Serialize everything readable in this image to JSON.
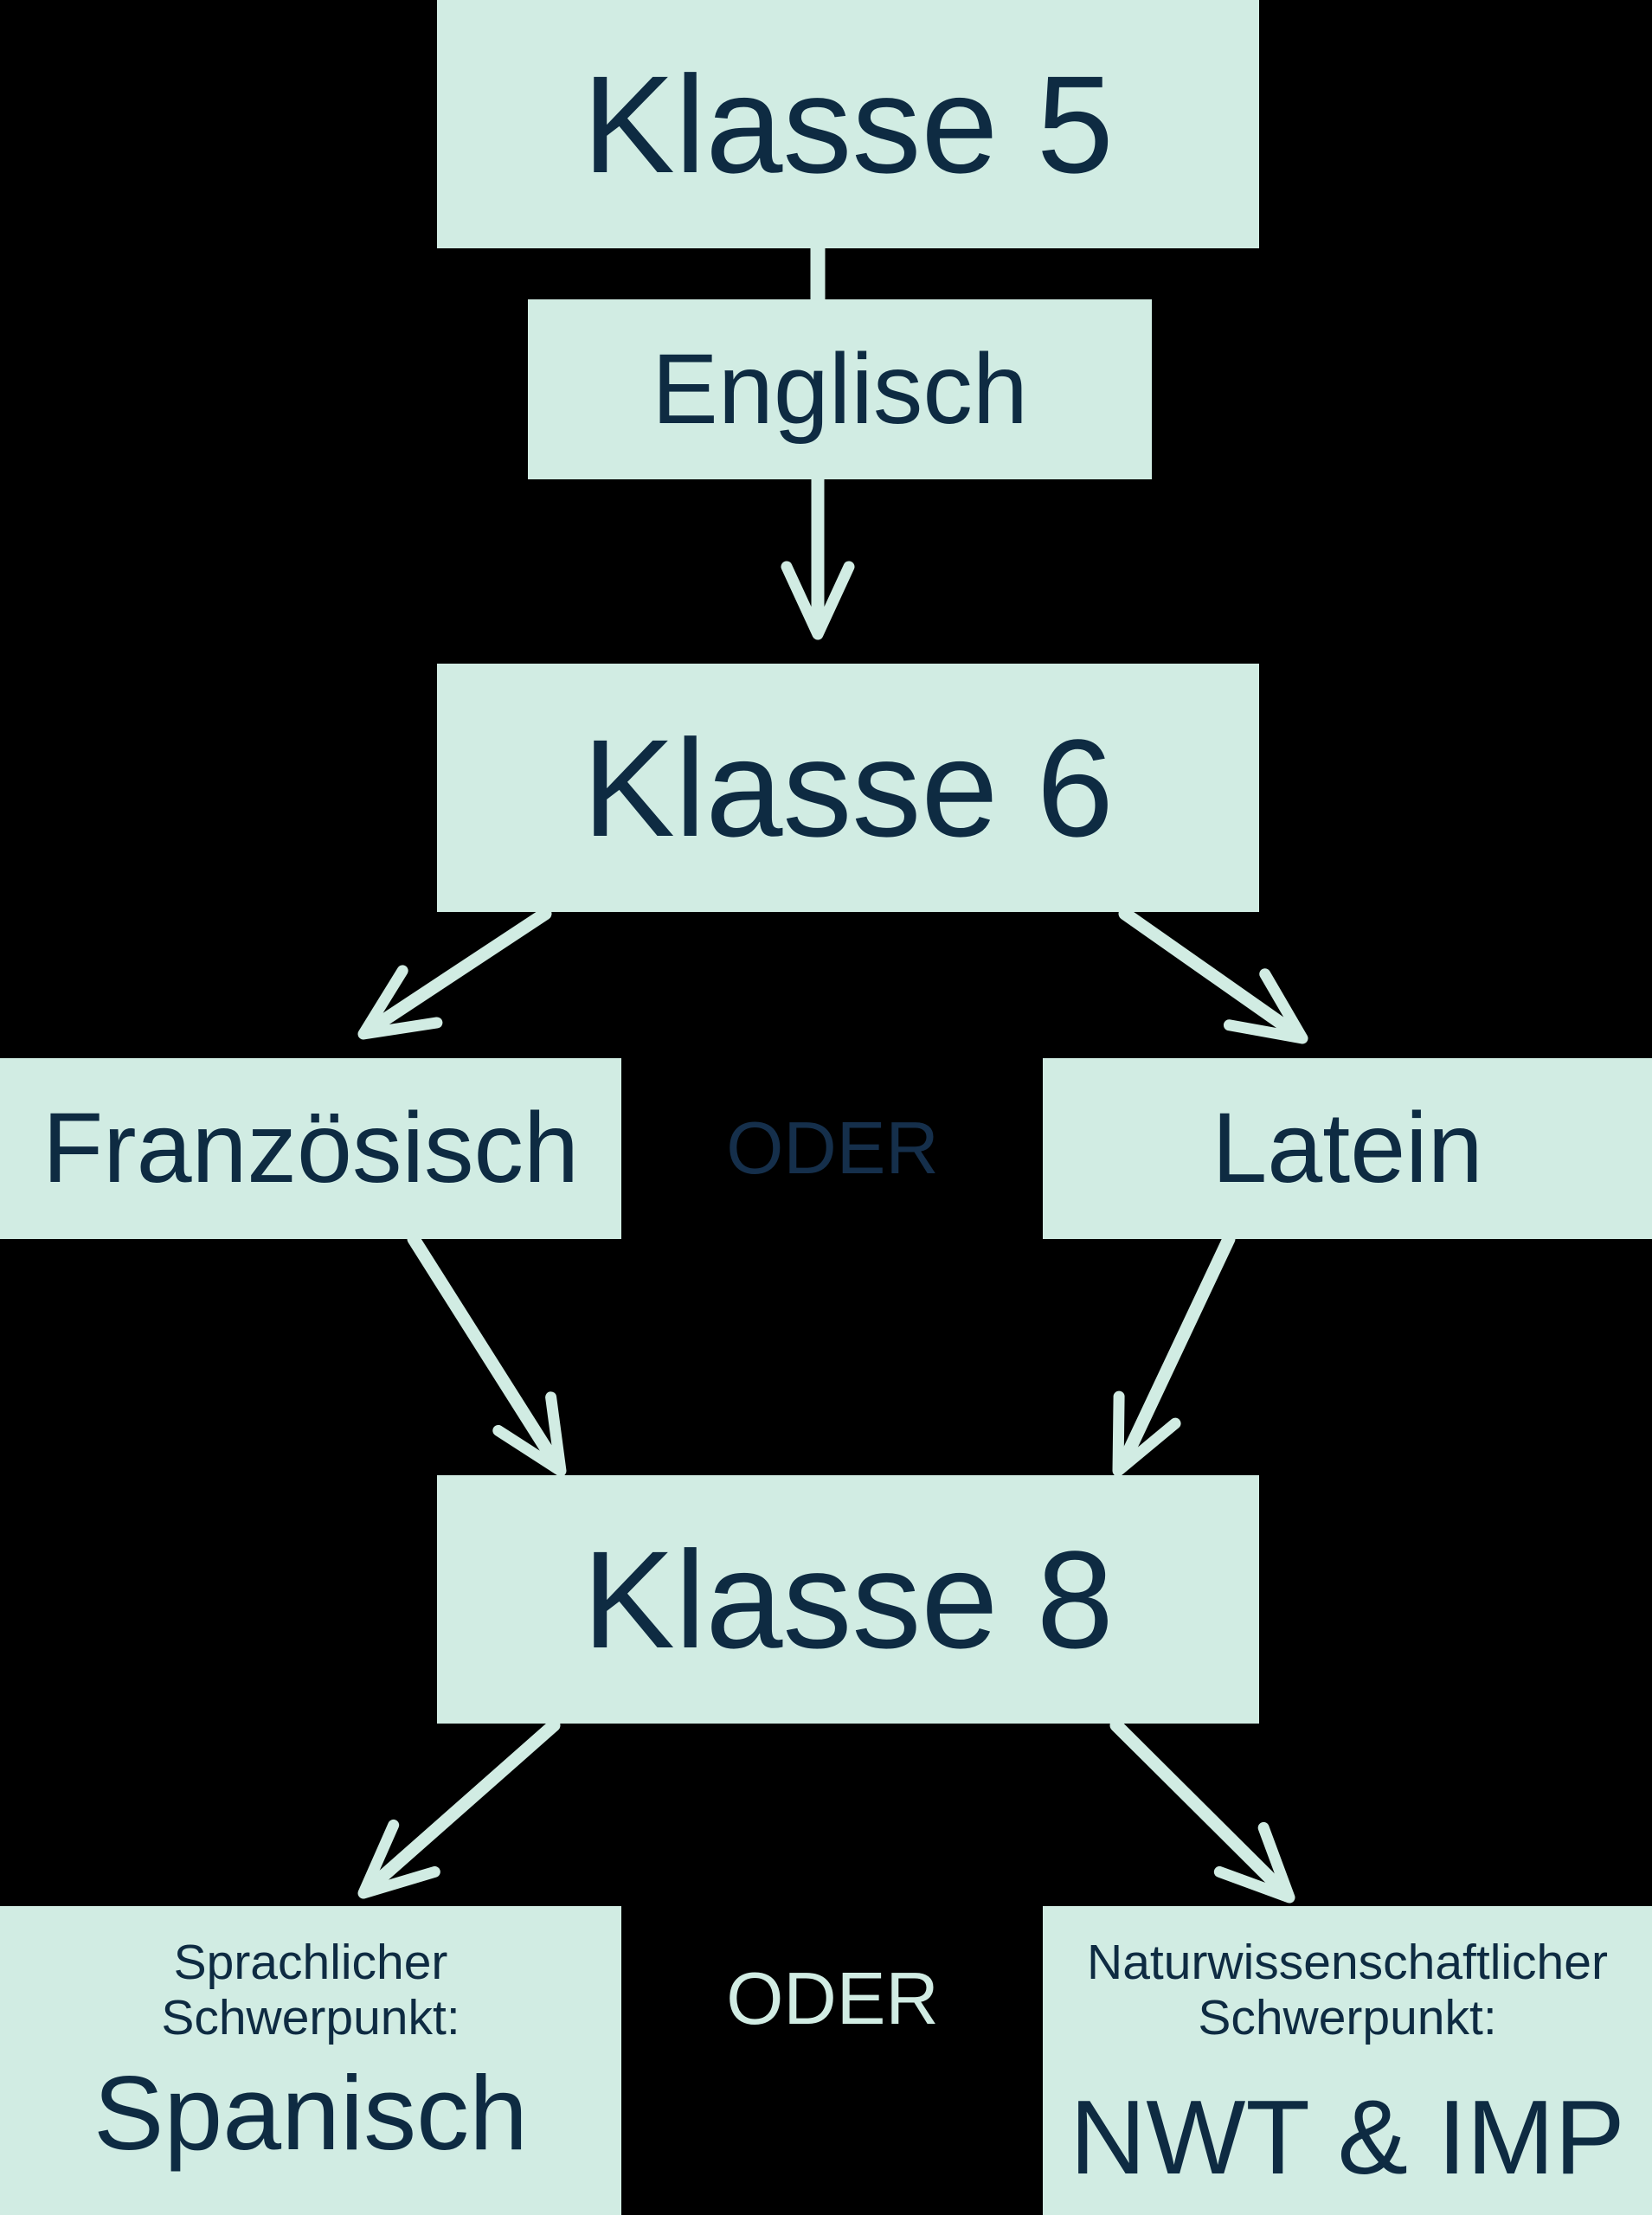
{
  "colors": {
    "background": "#000000",
    "box_fill": "#d1ece3",
    "text": "#0e2b42",
    "arrow": "#d1ece3",
    "oder_top": "#152f4b",
    "oder_bottom": "#d1ece3"
  },
  "flowchart": {
    "nodes": {
      "klasse5": "Klasse 5",
      "englisch": "Englisch",
      "klasse6": "Klasse 6",
      "franzoesisch": "Französisch",
      "oder_top": "ODER",
      "latein": "Latein",
      "klasse8": "Klasse 8",
      "sprachlicher_line1": "Sprachlicher",
      "sprachlicher_line2": "Schwerpunkt:",
      "spanisch": "Spanisch",
      "oder_bottom": "ODER",
      "natur_line1": "Naturwissenschaftlicher",
      "natur_line2": "Schwerpunkt:",
      "nwt_imp": "NWT & IMP"
    },
    "edges": [
      {
        "from": "Klasse 5",
        "to": "Englisch",
        "type": "connector"
      },
      {
        "from": "Englisch",
        "to": "Klasse 6",
        "type": "arrow"
      },
      {
        "from": "Klasse 6",
        "to": "Französisch",
        "type": "arrow"
      },
      {
        "from": "Klasse 6",
        "to": "Latein",
        "type": "arrow"
      },
      {
        "from": "Französisch",
        "to": "Klasse 8",
        "type": "arrow"
      },
      {
        "from": "Latein",
        "to": "Klasse 8",
        "type": "arrow"
      },
      {
        "from": "Klasse 8",
        "to": "Spanisch",
        "type": "arrow"
      },
      {
        "from": "Klasse 8",
        "to": "NWT & IMP",
        "type": "arrow"
      }
    ]
  }
}
